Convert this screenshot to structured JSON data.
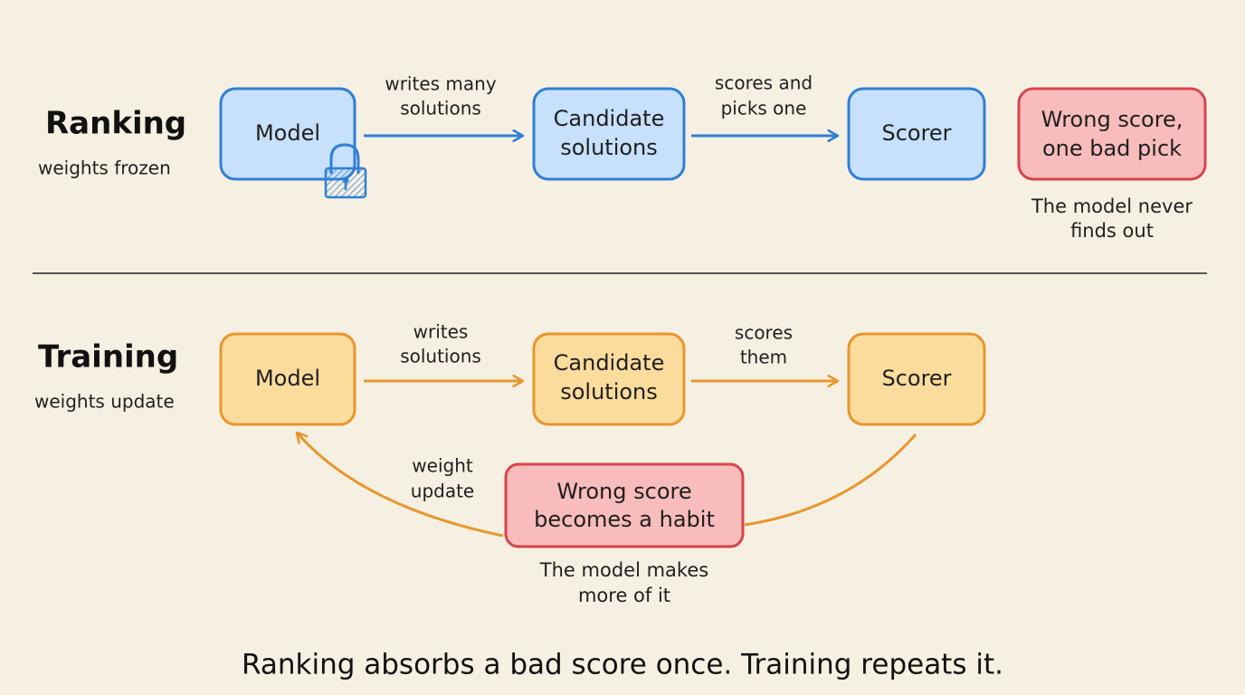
{
  "colors": {
    "background": "#f6f0e3",
    "blue_fill": "#c7e0fb",
    "blue_stroke": "#2f7fd6",
    "orange_fill": "#fbdc9c",
    "orange_stroke": "#e8962c",
    "red_fill": "#f8bcbc",
    "red_stroke": "#d6454a",
    "divider": "#222222"
  },
  "ranking": {
    "title": "Ranking",
    "subtitle": "weights frozen",
    "model_label": "Model",
    "lock_icon": "padlock-icon",
    "candidates_label": [
      "Candidate",
      "solutions"
    ],
    "scorer_label": "Scorer",
    "outcome_label": [
      "Wrong score,",
      "one bad pick"
    ],
    "edge_writes_label": [
      "writes many",
      "solutions"
    ],
    "edge_scores_label": [
      "scores and",
      "picks one"
    ],
    "note": [
      "The model never",
      "finds out"
    ]
  },
  "training": {
    "title": "Training",
    "subtitle": "weights update",
    "model_label": "Model",
    "candidates_label": [
      "Candidate",
      "solutions"
    ],
    "scorer_label": "Scorer",
    "outcome_label": [
      "Wrong score",
      "becomes a habit"
    ],
    "edge_writes_label": [
      "writes",
      "solutions"
    ],
    "edge_scores_label": [
      "scores",
      "them"
    ],
    "edge_update_label": [
      "weight",
      "update"
    ],
    "note": [
      "The model makes",
      "more of it"
    ]
  },
  "caption": "Ranking absorbs a bad score once. Training repeats it."
}
